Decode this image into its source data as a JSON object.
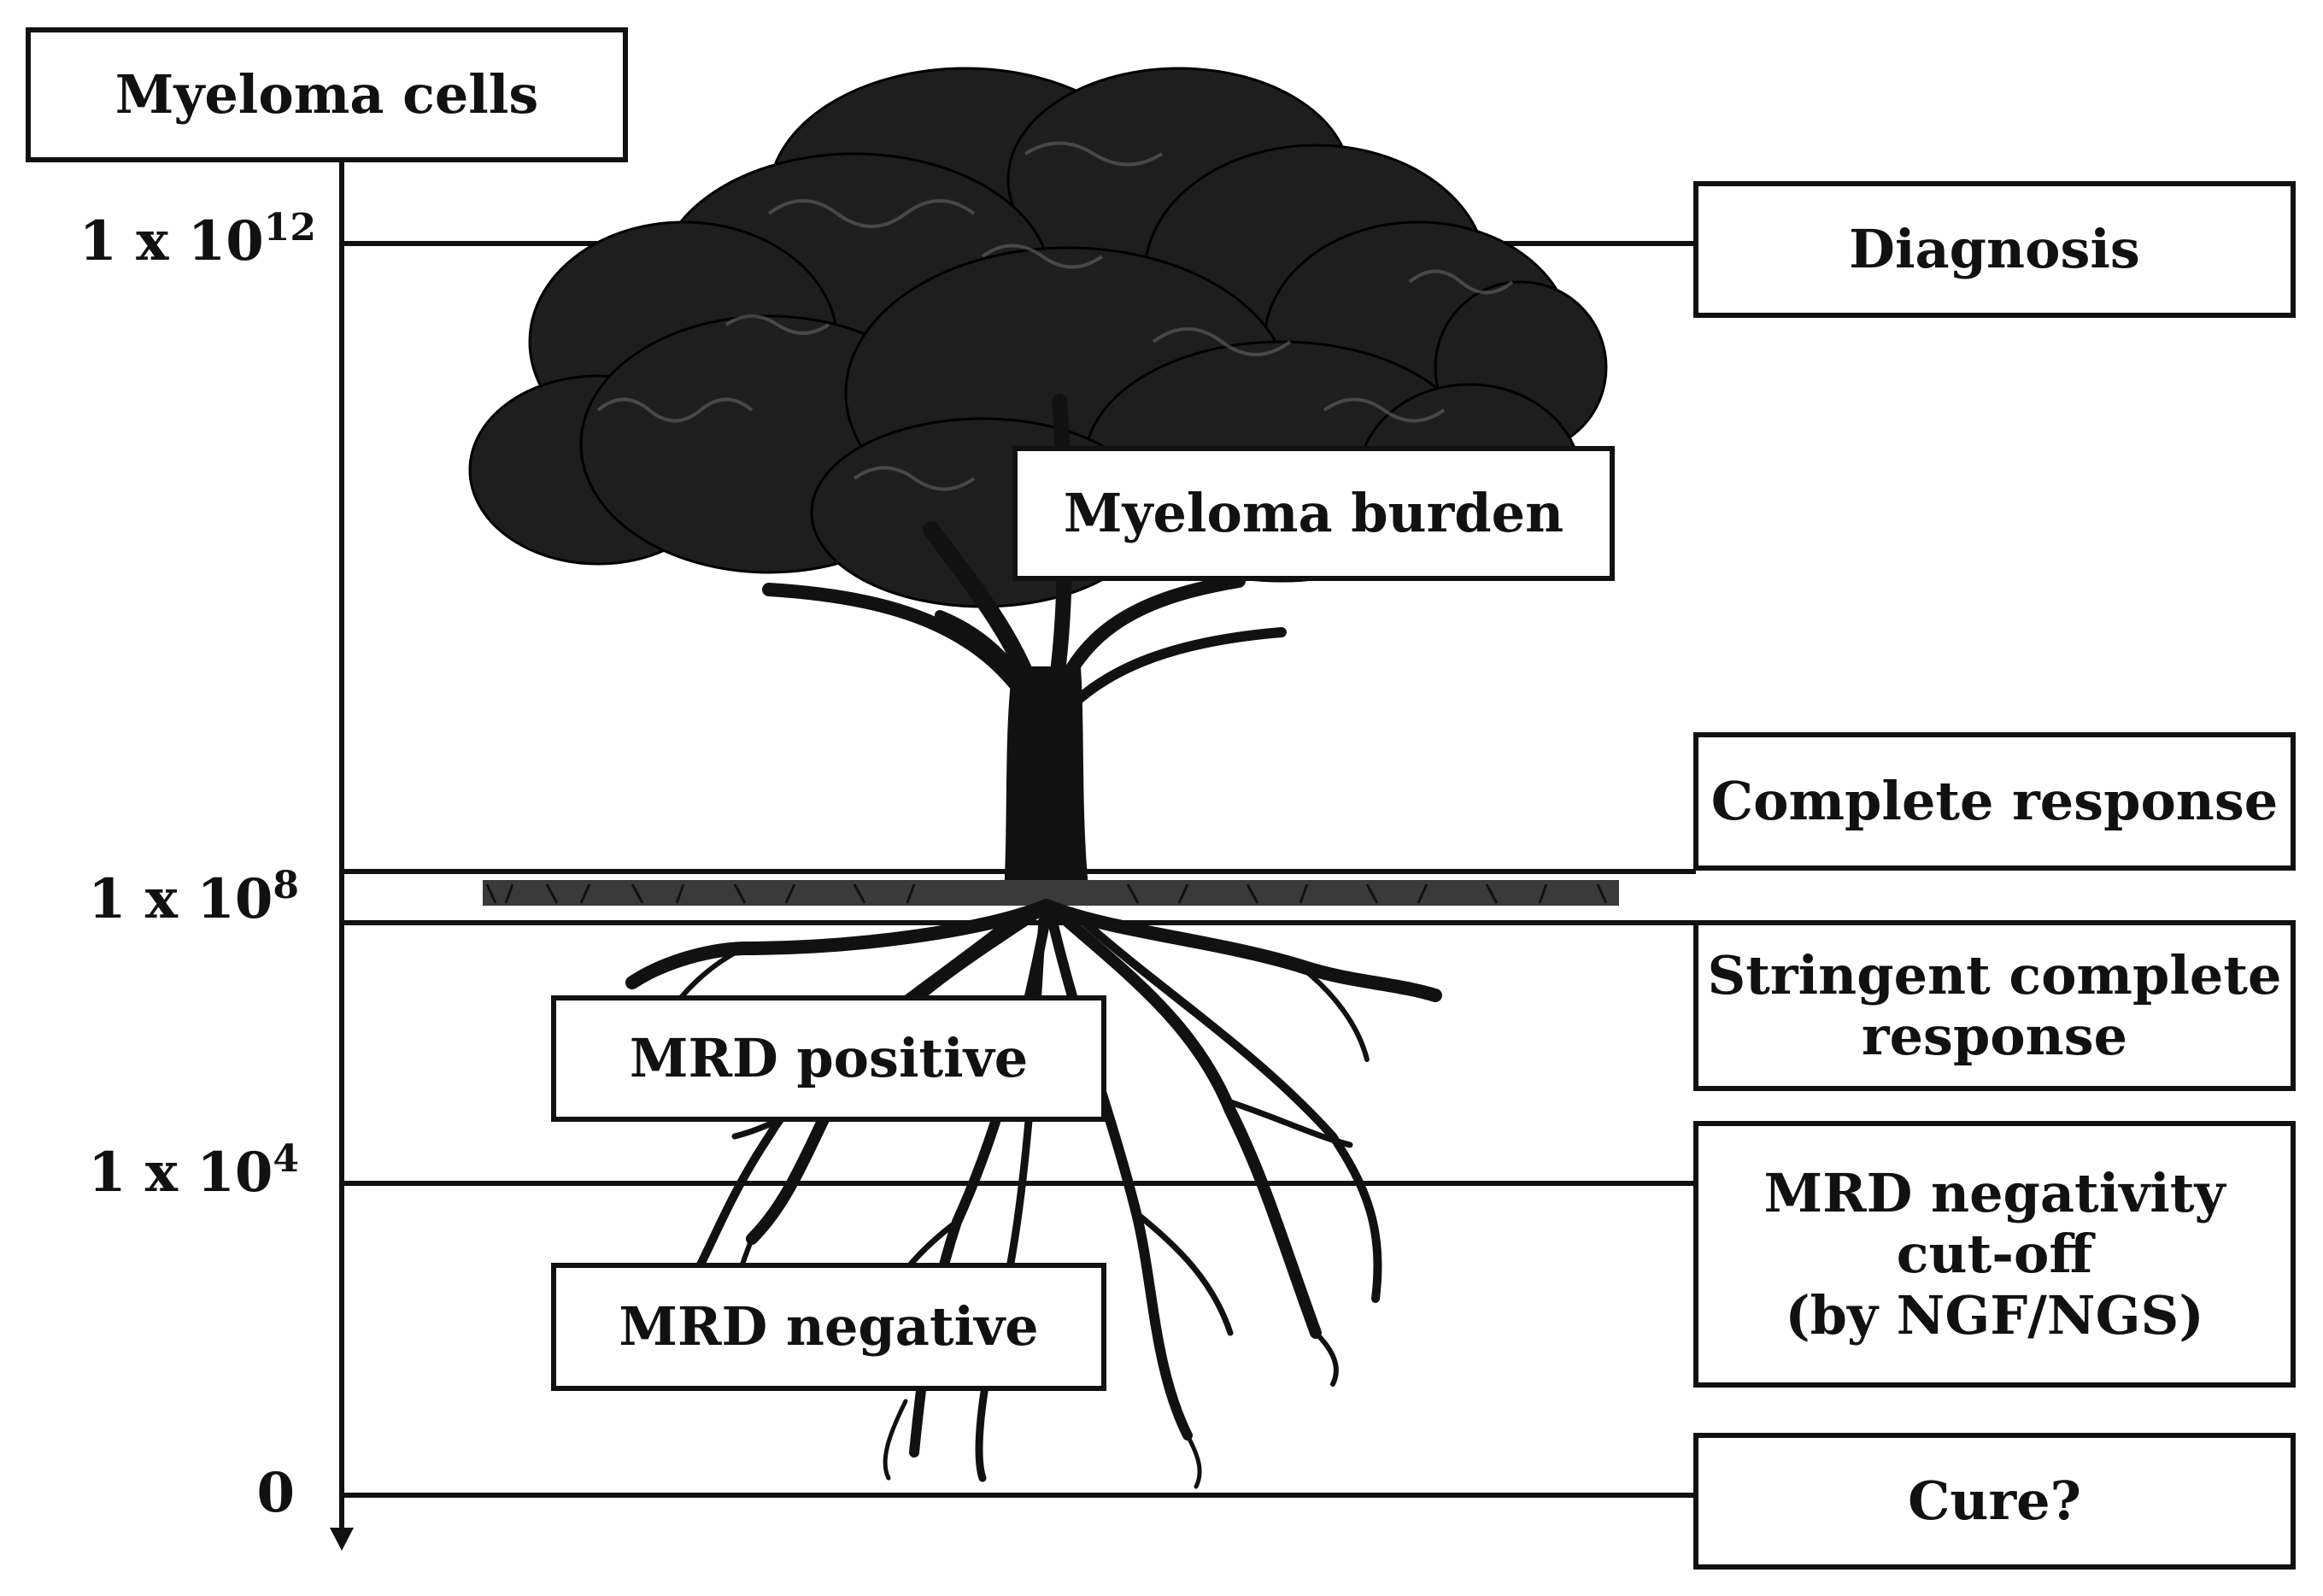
{
  "axis": {
    "title": "Myeloma cells",
    "ticks": [
      {
        "base": "1 x 10",
        "exp": "12"
      },
      {
        "base": "1 x 10",
        "exp": "8"
      },
      {
        "base": "1 x 10",
        "exp": "4"
      },
      {
        "base": "0",
        "exp": ""
      }
    ]
  },
  "tree_labels": {
    "canopy": "Myeloma burden",
    "roots_upper": "MRD positive",
    "roots_lower": "MRD negative"
  },
  "stages": {
    "diagnosis": "Diagnosis",
    "complete_response": "Complete response",
    "stringent_line1": "Stringent complete",
    "stringent_line2": "response",
    "mrd_line1": "MRD negativity",
    "mrd_line2": "cut-off",
    "mrd_line3": "(by NGF/NGS)",
    "cure": "Cure?"
  },
  "colors": {
    "ink": "#111111",
    "background": "#ffffff"
  }
}
